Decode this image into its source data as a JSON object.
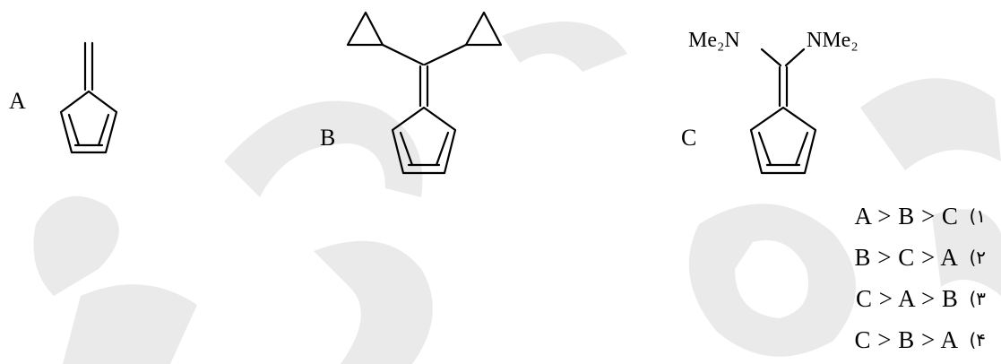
{
  "structures": [
    {
      "label": "A"
    },
    {
      "label": "B"
    },
    {
      "label": "C",
      "left_group": "Me₂N",
      "right_group": "NMe₂"
    }
  ],
  "options": [
    {
      "expr": "A > B > C",
      "num": "(١"
    },
    {
      "expr": "B > C > A",
      "num": "(٢"
    },
    {
      "expr": "C > A > B",
      "num": "(٣"
    },
    {
      "expr": "C > B > A",
      "num": "(۴"
    }
  ]
}
